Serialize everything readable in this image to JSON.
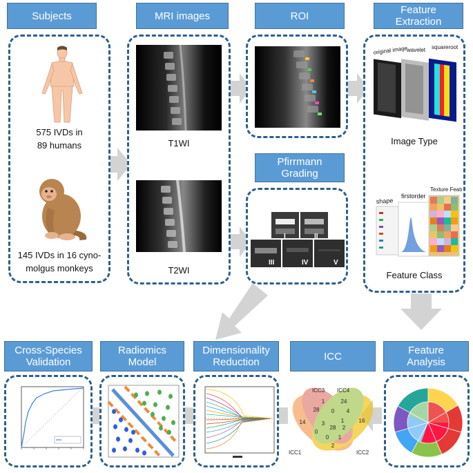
{
  "headers": {
    "subjects": "Subjects",
    "mri": "MRI images",
    "roi": "ROI",
    "feature_extraction_1": "Feature",
    "feature_extraction_2": "Extraction",
    "pfirrmann_1": "Pfirrmann",
    "pfirrmann_2": "Grading",
    "feature_analysis_1": "Feature",
    "feature_analysis_2": "Analysis",
    "icc": "ICC",
    "dimred_1": "Dimensionality",
    "dimred_2": "Reduction",
    "radiomics_1": "Radiomics",
    "radiomics_2": "Model",
    "validation_1": "Cross-Species",
    "validation_2": "Validation"
  },
  "subjects": {
    "human_1": "575 IVDs in",
    "human_2": "89 humans",
    "monkey_1": "145 IVDs in 16 cyno-",
    "monkey_2": "molgus monkeys"
  },
  "mri": {
    "t1": "T1WI",
    "t2": "T2WI"
  },
  "feature_extraction": {
    "image_type": "Image Type",
    "feature_class": "Feature Class",
    "tag_original": "original image",
    "tag_wavelet": "wavelet",
    "tag_squareroot": "squareroot",
    "tag_shape": "shape",
    "tag_firstorder": "firstorder",
    "tag_texture": "Texture Features"
  },
  "pfirrmann": {
    "grades": [
      "I",
      "II",
      "III",
      "IV",
      "V"
    ]
  },
  "icc_venn": {
    "sets": [
      "ICC1",
      "ICC2",
      "ICC3",
      "ICC4"
    ],
    "regions": [
      "1",
      "24",
      "14",
      "16",
      "28",
      "4",
      "0",
      "2",
      "3",
      "28",
      "1",
      "0",
      "2",
      "0",
      "1"
    ]
  },
  "colors": {
    "header": "#5b9bd5",
    "panel_border": "#2e5f8a",
    "arrow": "#d0d0d0",
    "venn_icc1": "#f5a25d",
    "venn_icc2": "#f0c419",
    "venn_icc3": "#e0857a",
    "venn_icc4": "#a6c85a"
  }
}
